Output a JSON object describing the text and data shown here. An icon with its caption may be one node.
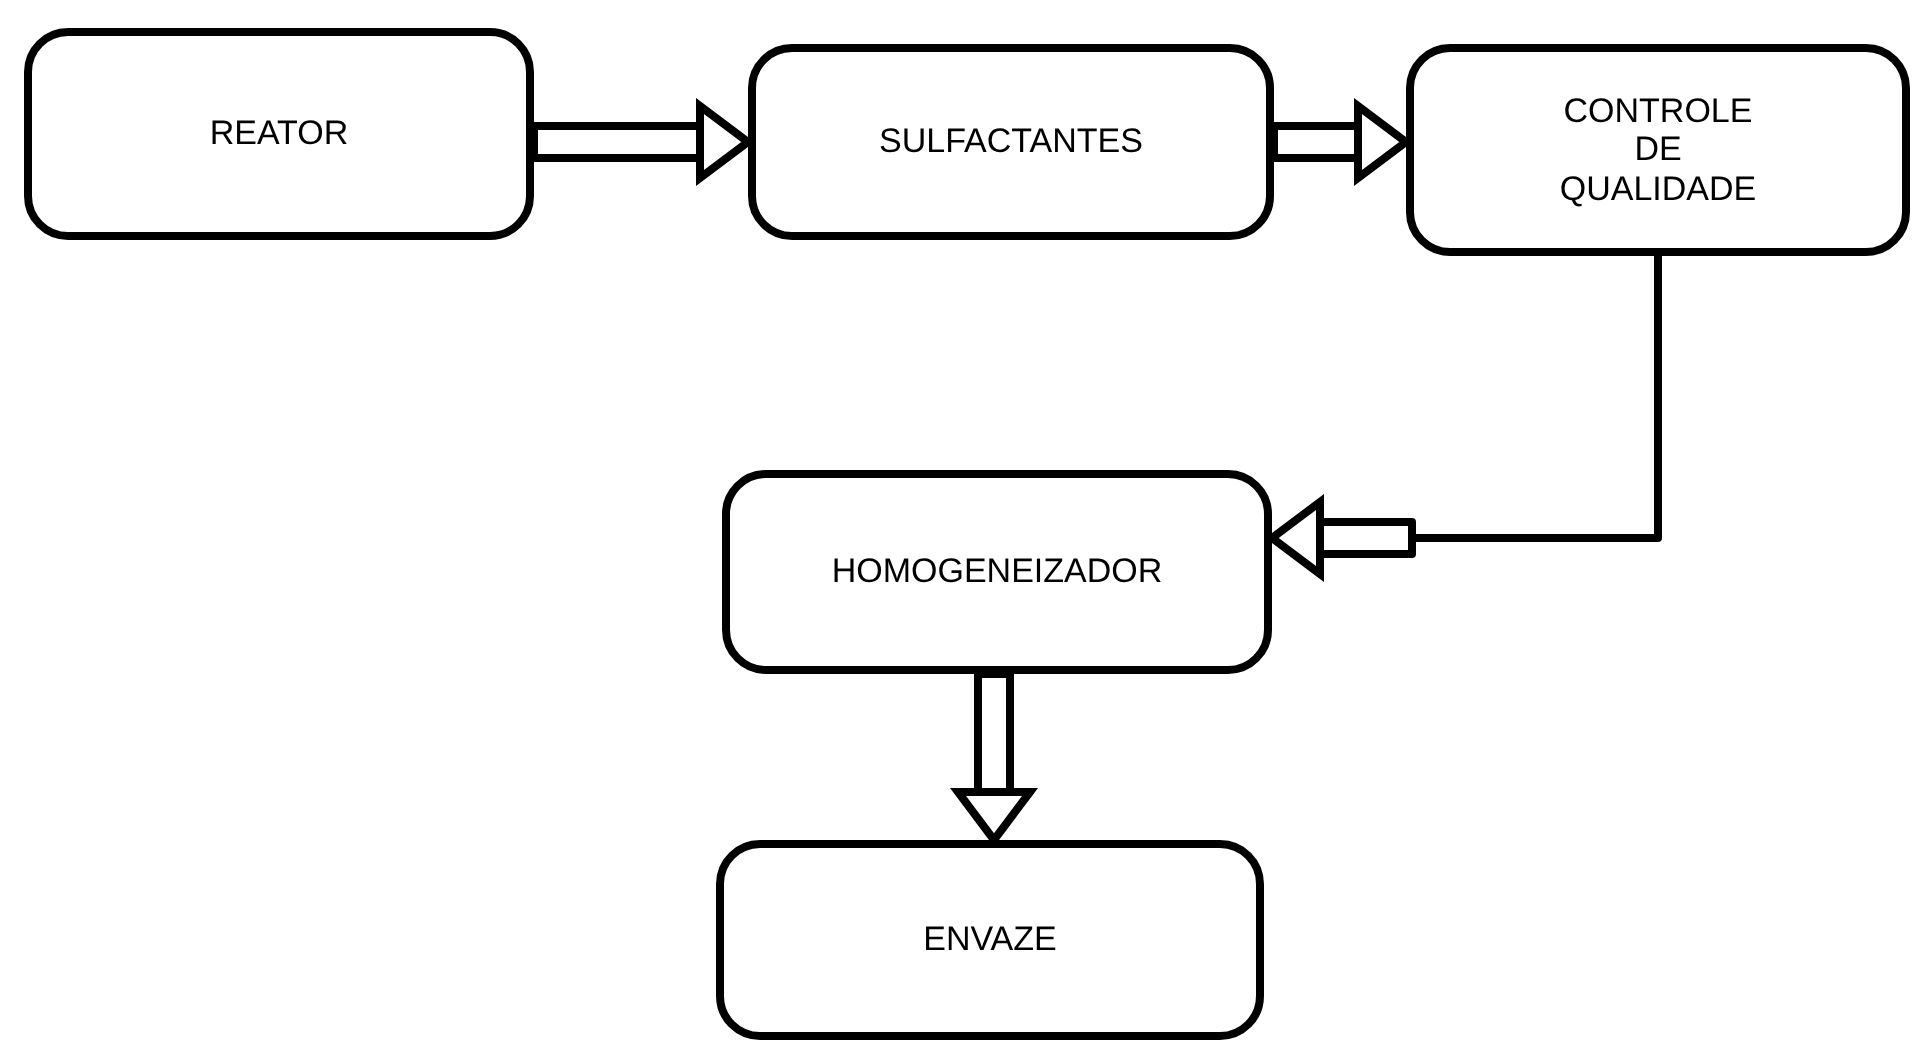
{
  "diagram": {
    "nodes": [
      {
        "text": [
          "REATOR"
        ]
      },
      {
        "text": [
          "SULFACTANTES"
        ]
      },
      {
        "text": [
          "CONTROLE DE QUALIDADE"
        ]
      },
      {
        "text": [
          "HOMOGENEIZADOR"
        ]
      },
      {
        "text": [
          "ENVAZE"
        ]
      }
    ],
    "edges": [
      {
        "from": 0,
        "to": 1,
        "arrow": "to"
      },
      {
        "from": 1,
        "to": 2,
        "arrow": "to"
      },
      {
        "from": 2,
        "to": 3,
        "arrow": "to"
      },
      {
        "from": 3,
        "to": 4,
        "arrow": "to"
      }
    ]
  }
}
